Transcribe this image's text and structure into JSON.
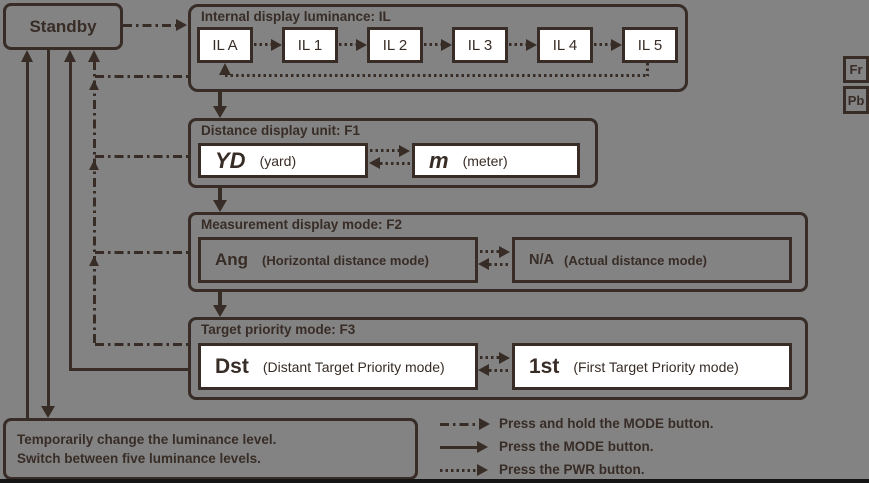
{
  "standby": {
    "label": "Standby"
  },
  "luminance": {
    "title": "Internal display luminance: IL",
    "levels": [
      "IL A",
      "IL 1",
      "IL 2",
      "IL 3",
      "IL 4",
      "IL 5"
    ]
  },
  "distance_unit": {
    "title": "Distance display unit: F1",
    "options": [
      {
        "code": "YD",
        "desc": "(yard)"
      },
      {
        "code": "m",
        "desc": "(meter)"
      }
    ]
  },
  "display_mode": {
    "title": "Measurement display mode: F2",
    "options": [
      {
        "code": "Ang",
        "desc": "(Horizontal distance mode)"
      },
      {
        "code": "N/A",
        "desc": "(Actual distance mode)"
      }
    ]
  },
  "target_priority": {
    "title": "Target priority mode: F3",
    "options": [
      {
        "code": "Dst",
        "desc": "(Distant Target Priority mode)"
      },
      {
        "code": "1st",
        "desc": "(First Target Priority mode)"
      }
    ]
  },
  "note": {
    "line1": "Temporarily change the luminance level.",
    "line2": "Switch between five luminance levels."
  },
  "legend": {
    "rows": [
      {
        "style": "dash-dot",
        "label": "Press and hold the MODE button."
      },
      {
        "style": "solid",
        "label": "Press the MODE button."
      },
      {
        "style": "dotted",
        "label": "Press the PWR button."
      }
    ]
  },
  "page_markers": [
    {
      "label": "Fr"
    },
    {
      "label": "Pb"
    }
  ],
  "colors": {
    "background": "#838383",
    "ink": "#382C26",
    "option_fill": "#FFFFFF",
    "page_edge": "#151515"
  }
}
